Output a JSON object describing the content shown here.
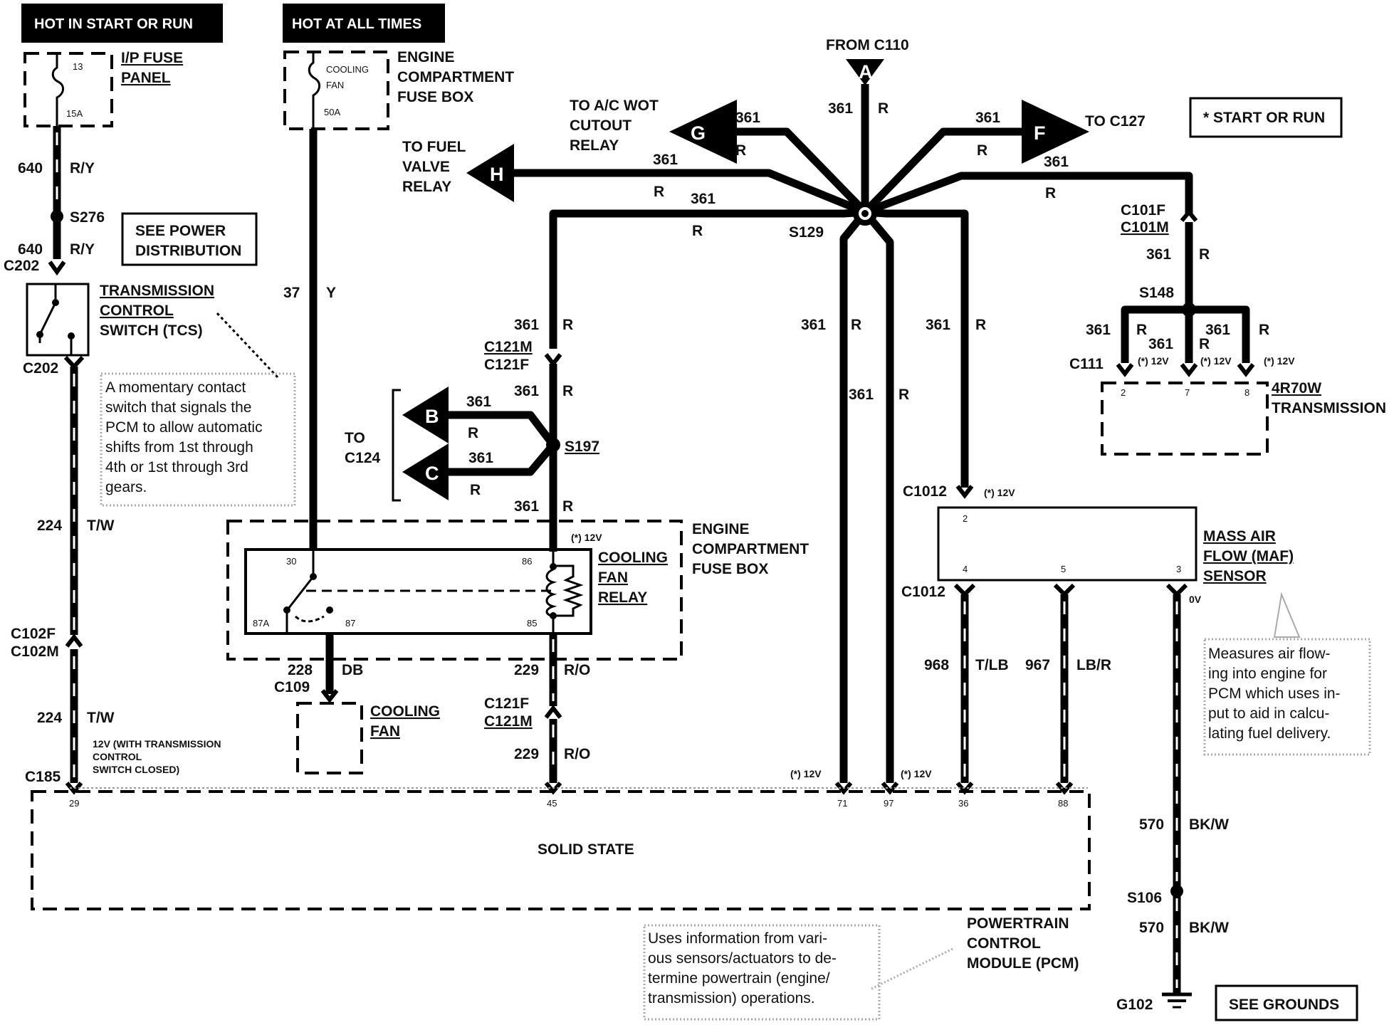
{
  "headers": {
    "hot_start_run": "HOT IN START OR RUN",
    "hot_all_times": "HOT AT ALL TIMES",
    "start_or_run_note": "* START OR RUN"
  },
  "fuses": {
    "ip_number": "13",
    "ip_rating": "15A",
    "ip_panel": [
      "I/P FUSE",
      "PANEL"
    ],
    "cooling_fan_name": [
      "COOLING",
      "FAN"
    ],
    "cooling_fan_rating": "50A",
    "ecfb_top": [
      "ENGINE",
      "COMPARTMENT",
      "FUSE BOX"
    ]
  },
  "connectors": {
    "from_c110": "FROM C110",
    "a": "A",
    "b": "B",
    "c": "C",
    "f": "F",
    "g": "G",
    "h": "H",
    "to_ac": [
      "TO A/C WOT",
      "CUTOUT",
      "RELAY"
    ],
    "to_fuel": [
      "TO FUEL",
      "VALVE",
      "RELAY"
    ],
    "to_c127": "TO C127",
    "to_c124": [
      "TO",
      "C124"
    ],
    "c202": "C202",
    "c101f": "C101F",
    "c101m": "C101M",
    "c121m": "C121M",
    "c121f": "C121F",
    "c111": "C111",
    "c1012": "C1012",
    "c102f": "C102F",
    "c102m": "C102M",
    "c185": "C185",
    "c109": "C109"
  },
  "splices": {
    "s276": "S276",
    "s129": "S129",
    "s148": "S148",
    "s197": "S197",
    "s106": "S106"
  },
  "circuits": {
    "c640": "640",
    "ry": "R/Y",
    "c37": "37",
    "y": "Y",
    "c361": "361",
    "r": "R",
    "c224": "224",
    "tw": "T/W",
    "c228": "228",
    "db": "DB",
    "c229": "229",
    "ro": "R/O",
    "c968": "968",
    "tlb": "T/LB",
    "c967": "967",
    "lbr": "LB/R",
    "c570": "570",
    "bkw": "BK/W"
  },
  "voltages": {
    "v12": "(*) 12V",
    "v0": "0V",
    "tcs_closed": [
      "12V (WITH TRANSMISSION",
      "CONTROL",
      "SWITCH CLOSED)"
    ]
  },
  "pins": {
    "trans_2": "2",
    "trans_7": "7",
    "trans_8": "8",
    "relay_30": "30",
    "relay_86": "86",
    "relay_87a": "87A",
    "relay_87": "87",
    "relay_85": "85",
    "maf_2": "2",
    "maf_4": "4",
    "maf_5": "5",
    "maf_3": "3",
    "pcm_29": "29",
    "pcm_45": "45",
    "pcm_71": "71",
    "pcm_97": "97",
    "pcm_36": "36",
    "pcm_88": "88"
  },
  "components": {
    "see_power": [
      "SEE POWER",
      "DISTRIBUTION"
    ],
    "tcs": [
      "TRANSMISSION",
      "CONTROL",
      "SWITCH (TCS)"
    ],
    "ecfb_relay": [
      "ENGINE",
      "COMPARTMENT",
      "FUSE BOX"
    ],
    "cooling_fan_relay": [
      "COOLING",
      "FAN",
      "RELAY"
    ],
    "cooling_fan": [
      "COOLING",
      "FAN"
    ],
    "trans_name": [
      "4R70W",
      "TRANSMISSION"
    ],
    "maf": [
      "MASS AIR",
      "FLOW (MAF)",
      "SENSOR"
    ],
    "solid_state": "SOLID STATE",
    "pcm": [
      "POWERTRAIN",
      "CONTROL",
      "MODULE (PCM)"
    ],
    "g102": "G102",
    "see_grounds": "SEE GROUNDS"
  },
  "notes": {
    "tcs": [
      "A momentary contact",
      "switch that signals the",
      "PCM to allow automatic",
      "shifts from 1st through",
      "4th or 1st through 3rd",
      "gears."
    ],
    "maf": [
      "Measures air flow-",
      "ing into engine for",
      "PCM which uses in-",
      "put to aid in calcu-",
      "lating fuel delivery."
    ],
    "pcm": [
      "Uses information from vari-",
      "ous sensors/actuators to de-",
      "termine powertrain (engine/",
      "transmission) operations."
    ]
  }
}
